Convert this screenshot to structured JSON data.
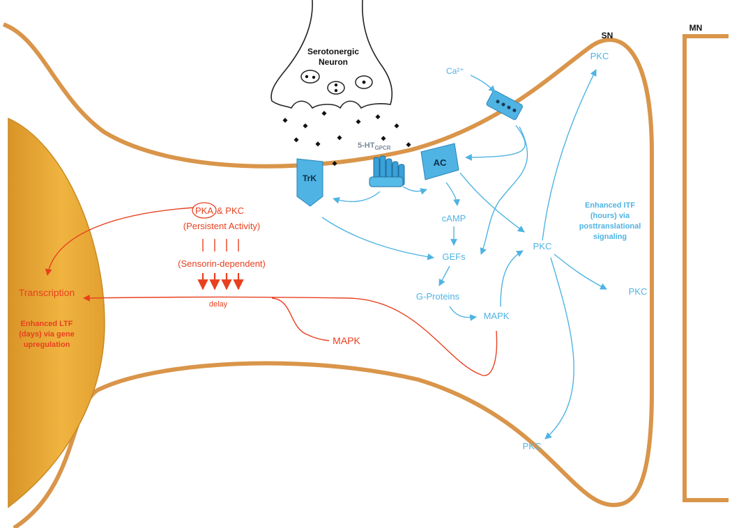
{
  "labels": {
    "sn": "SN",
    "mn": "MN",
    "serotonergic_line1": "Serotonergic",
    "serotonergic_line2": "Neuron",
    "ca": "Ca²⁺",
    "receptor_main": "5-HT",
    "receptor_sub": "GPCR",
    "trk": "TrK",
    "ac": "AC",
    "camp": "cAMP",
    "gefs": "GEFs",
    "gproteins": "G-Proteins",
    "mapk_blue": "MAPK",
    "pkc_top": "PKC",
    "pkc_mid": "PKC",
    "pkc_right": "PKC",
    "pkc_bottom": "PKC",
    "itf_line1": "Enhanced ITF",
    "itf_line2": "(hours) via",
    "itf_line3": "posttranslational",
    "itf_line4": "signaling",
    "pka": "PKA",
    "pkc_red": "& PKC",
    "persistent": "(Persistent Activity)",
    "sensorin": "(Sensorin-dependent)",
    "delay": "delay",
    "transcription": "Transcription",
    "mapk_red": "MAPK",
    "ltf_line1": "Enhanced LTF",
    "ltf_line2": "(days) via gene",
    "ltf_line3": "upregulation"
  },
  "colors": {
    "membrane": "#d9954a",
    "nucleus": "#e8a838",
    "blue_pathway": "#4fb3e3",
    "red_pathway": "#e8401f",
    "receptor": "#3aa0d8"
  }
}
